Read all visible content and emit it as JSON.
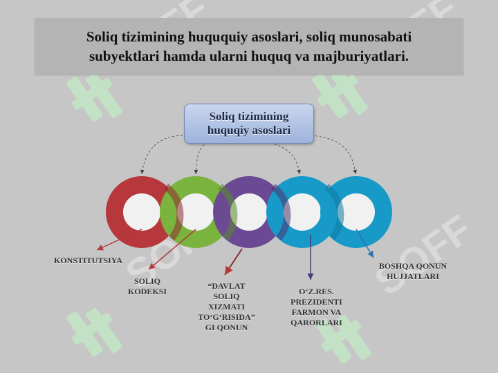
{
  "title": "Soliq tizimining huququiy asoslari, soliq munosabati\nsubyektlari hamda ularni huquq va majburiyatlari.",
  "center_box": "Soliq tizimining\nhuquqiy asoslari",
  "items": [
    {
      "label": "KONSTITUTSIYA",
      "color": "#b6373c"
    },
    {
      "label": "SOLIQ\nKODEKSI",
      "color": "#7ab33d"
    },
    {
      "label": "“DAVLAT\nSOLIQ\nXIZMATI\nTO‘G‘RISIDA”\nGI QONUN",
      "color": "#6b4a93"
    },
    {
      "label": "O‘Z.RES.\nPREZIDENTI\nFARMON VA\nQARORLARI",
      "color": "#189ac8"
    },
    {
      "label": "BOSHQA QONUN\nHUJJATLARI",
      "color": "#189ac8"
    }
  ],
  "colors": {
    "background": "#c6c6c6",
    "title_box": "#b4b4b4",
    "red_ring": "#b6373c",
    "green_ring": "#7ab33d",
    "purple_ring": "#6b4a93",
    "blue_ring": "#189ac8",
    "watermark": "#bfe3c3"
  }
}
